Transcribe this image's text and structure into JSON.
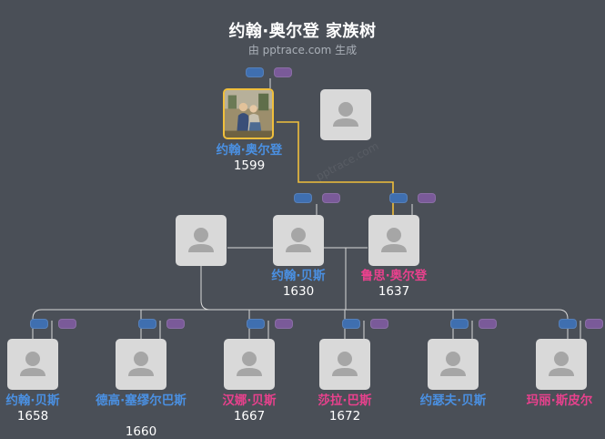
{
  "header": {
    "title": "约翰·奥尔登 家族树",
    "subtitle": "由 pptrace.com 生成"
  },
  "watermark": "pptrace.com",
  "colors": {
    "background": "#4a4f57",
    "male": "#4a90e2",
    "female": "#e8418d",
    "highlight_line": "#f0bf3c",
    "line": "#d8d8d8",
    "card": "#d9d9d9",
    "pill_blue": "#3f6fb0",
    "pill_purple": "#7a5a99"
  },
  "people": [
    {
      "id": "john-alden",
      "name": "约翰·奥尔登",
      "year": "1599",
      "gender": "male",
      "photo": true
    },
    {
      "id": "spouse-unknown",
      "name": "",
      "year": "",
      "gender": "unknown",
      "photo": false
    },
    {
      "id": "parent-left-unknown",
      "name": "",
      "year": "",
      "gender": "unknown",
      "photo": false
    },
    {
      "id": "john-bass",
      "name": "约翰·贝斯",
      "year": "1630",
      "gender": "male",
      "photo": false
    },
    {
      "id": "ruth-alden",
      "name": "鲁思·奥尔登",
      "year": "1637",
      "gender": "female",
      "photo": false
    },
    {
      "id": "child-1",
      "name": "约翰·贝斯",
      "year": "1658",
      "gender": "male",
      "photo": false
    },
    {
      "id": "child-2",
      "name": "德高·塞缪尔巴斯",
      "year": "1660",
      "gender": "male",
      "photo": false
    },
    {
      "id": "child-3",
      "name": "汉娜·贝斯",
      "year": "1667",
      "gender": "female",
      "photo": false
    },
    {
      "id": "child-4",
      "name": "莎拉·巴斯",
      "year": "1672",
      "gender": "female",
      "photo": false
    },
    {
      "id": "child-5",
      "name": "约瑟夫·贝斯",
      "year": "",
      "gender": "male",
      "photo": false
    },
    {
      "id": "child-6",
      "name": "玛丽·斯皮尔",
      "year": "",
      "gender": "female",
      "photo": false
    }
  ]
}
